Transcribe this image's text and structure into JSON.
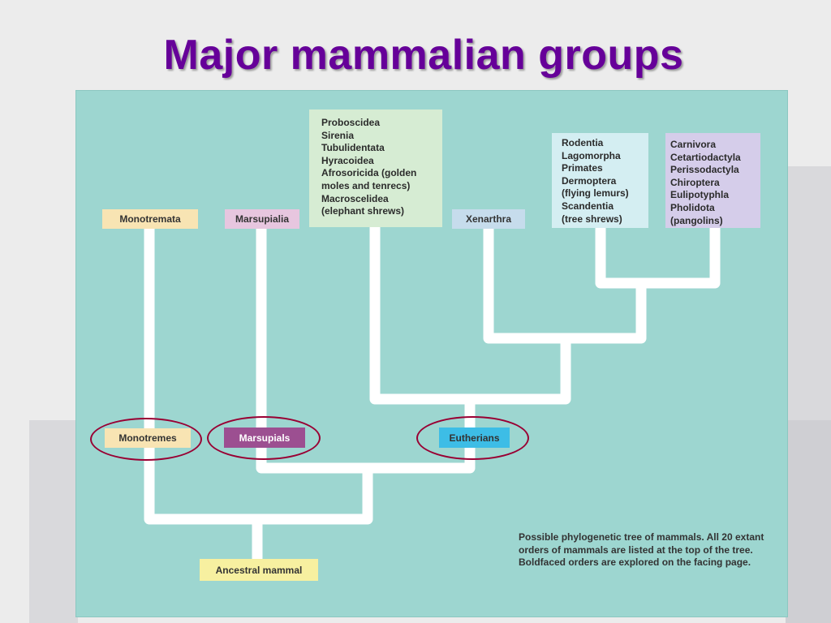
{
  "slide": {
    "title": "Major mammalian groups"
  },
  "orders": {
    "group_afrotheria": [
      "Proboscidea",
      "Sirenia",
      "Tubulidentata",
      "Hyracoidea",
      "Afrosoricida (golden",
      "moles and tenrecs)",
      "Macroscelidea",
      "(elephant shrews)"
    ],
    "group_euarchontoglires": [
      "Rodentia",
      "Lagomorpha",
      "Primates",
      "Dermoptera",
      "(flying lemurs)",
      "Scandentia",
      "(tree shrews)"
    ],
    "group_laurasiatheria": [
      "Carnivora",
      "Cetartiodactyla",
      "Perissodactyla",
      "Chiroptera",
      "Eulipotyphla",
      "Pholidota",
      "(pangolins)"
    ],
    "monotremata": "Monotremata",
    "marsupialia": "Marsupialia",
    "xenarthra": "Xenarthra"
  },
  "clades": {
    "monotremes": "Monotremes",
    "marsupials": "Marsupials",
    "eutherians": "Eutherians",
    "ancestor": "Ancestral mammal"
  },
  "caption": "Possible phylogenetic tree of mammals. All 20 extant orders of mammals are listed at the top of the tree. Boldfaced orders are explored on the facing page.",
  "colors": {
    "title": "#660099",
    "panel_background": "#9dd6d0",
    "tree_branch": "#ffffff",
    "highlight_ellipse": "#990033",
    "monotreme_box": "#f8e4b3",
    "marsupial_order_box": "#e7c6df",
    "marsupial_clade_box": "#9c4f91",
    "eutherian_box": "#3dbde6",
    "ancestor_box": "#f7f0a0",
    "afrotheria_box": "#d6ecd3",
    "xenarthra_box": "#c6dcec",
    "euarchontoglires_box": "#d4eef2",
    "laurasiatheria_box": "#d5cdea"
  }
}
